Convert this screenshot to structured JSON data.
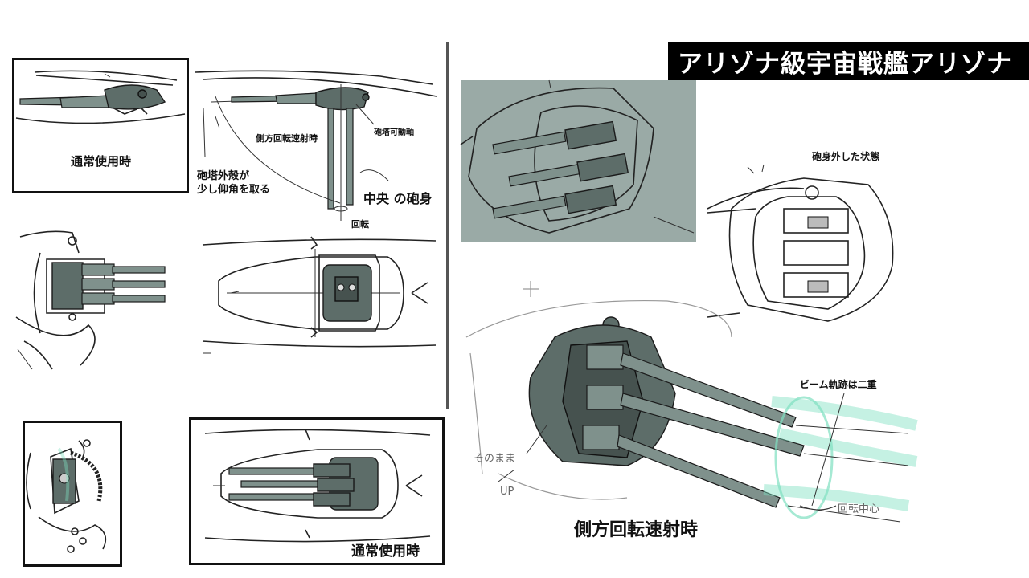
{
  "title": "アリゾナ級宇宙戦艦アリゾナ",
  "colors": {
    "banner_bg": "#000000",
    "banner_text": "#ffffff",
    "turret_fill": "#5d6d69",
    "panel_bg": "#9aaaa6",
    "beam": "#7fe0c0"
  },
  "labels": {
    "normal_use_top": "通常使用時",
    "side_rotation_small": "側方回転速射時",
    "turret_axis": "砲塔可動軸",
    "shell_elevation_1": "砲塔外殻が",
    "shell_elevation_2": "少し仰角を取る",
    "center_barrel": "中央 の砲身",
    "rotation": "回転",
    "barrels_removed": "砲身外した状態",
    "beam_trail": "ビーム軌跡は二重",
    "side_rotation_big": "側方回転速射時",
    "normal_use_bottom": "通常使用時"
  },
  "handwritten": {
    "as_is": "そのまま",
    "up": "UP",
    "rotation_center": "回転中心"
  }
}
